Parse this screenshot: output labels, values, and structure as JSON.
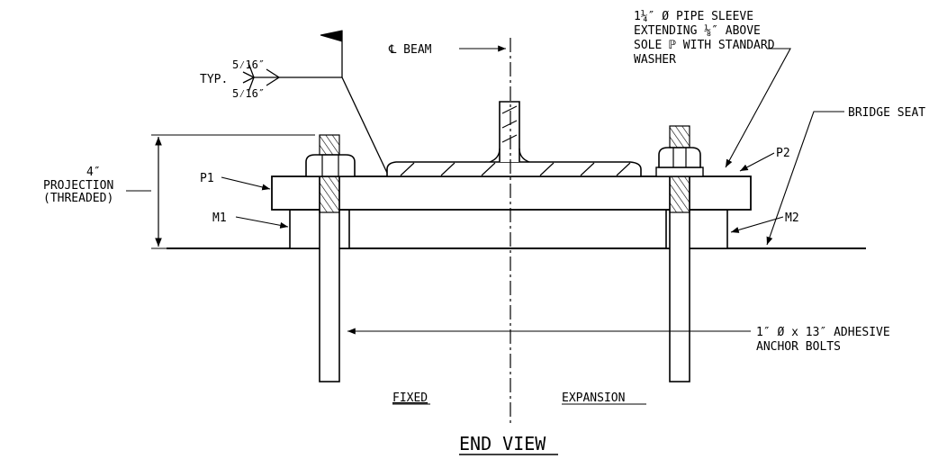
{
  "labels": {
    "typ": "TYP.",
    "weld_top": "5⁄16″",
    "weld_bottom": "5⁄16″",
    "cl_beam": "℄ BEAM",
    "sleeve_line1": "1¼″ Ø PIPE SLEEVE",
    "sleeve_line2": "EXTENDING ⅛″ ABOVE",
    "sleeve_line3": "SOLE ℙ WITH STANDARD",
    "sleeve_line4": "WASHER",
    "bridge_seat": "BRIDGE SEAT",
    "projection_dim": "4″",
    "projection_line1": "PROJECTION",
    "projection_line2": "(THREADED)",
    "p1": "P1",
    "p2": "P2",
    "m1": "M1",
    "m2": "M2",
    "anchor_line1": "1″ Ø x 13″ ADHESIVE",
    "anchor_line2": "ANCHOR BOLTS",
    "fixed": "FIXED",
    "expansion": "EXPANSION",
    "title": "END VIEW"
  }
}
